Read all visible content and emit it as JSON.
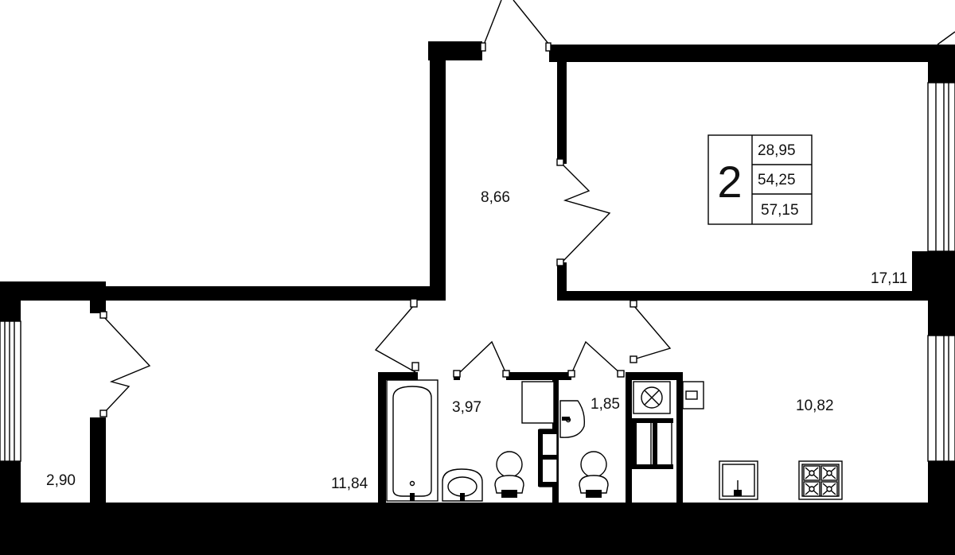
{
  "apartment": {
    "rooms_count": "2",
    "living_area": "28,95",
    "total_area": "54,25",
    "total_area_with_balcony": "57,15"
  },
  "rooms": {
    "hall": "8,66",
    "bedroom": "17,11",
    "bathroom": "3,97",
    "toilet": "1,85",
    "kitchen": "10,82",
    "living_room": "11,84",
    "balcony": "2,90"
  }
}
